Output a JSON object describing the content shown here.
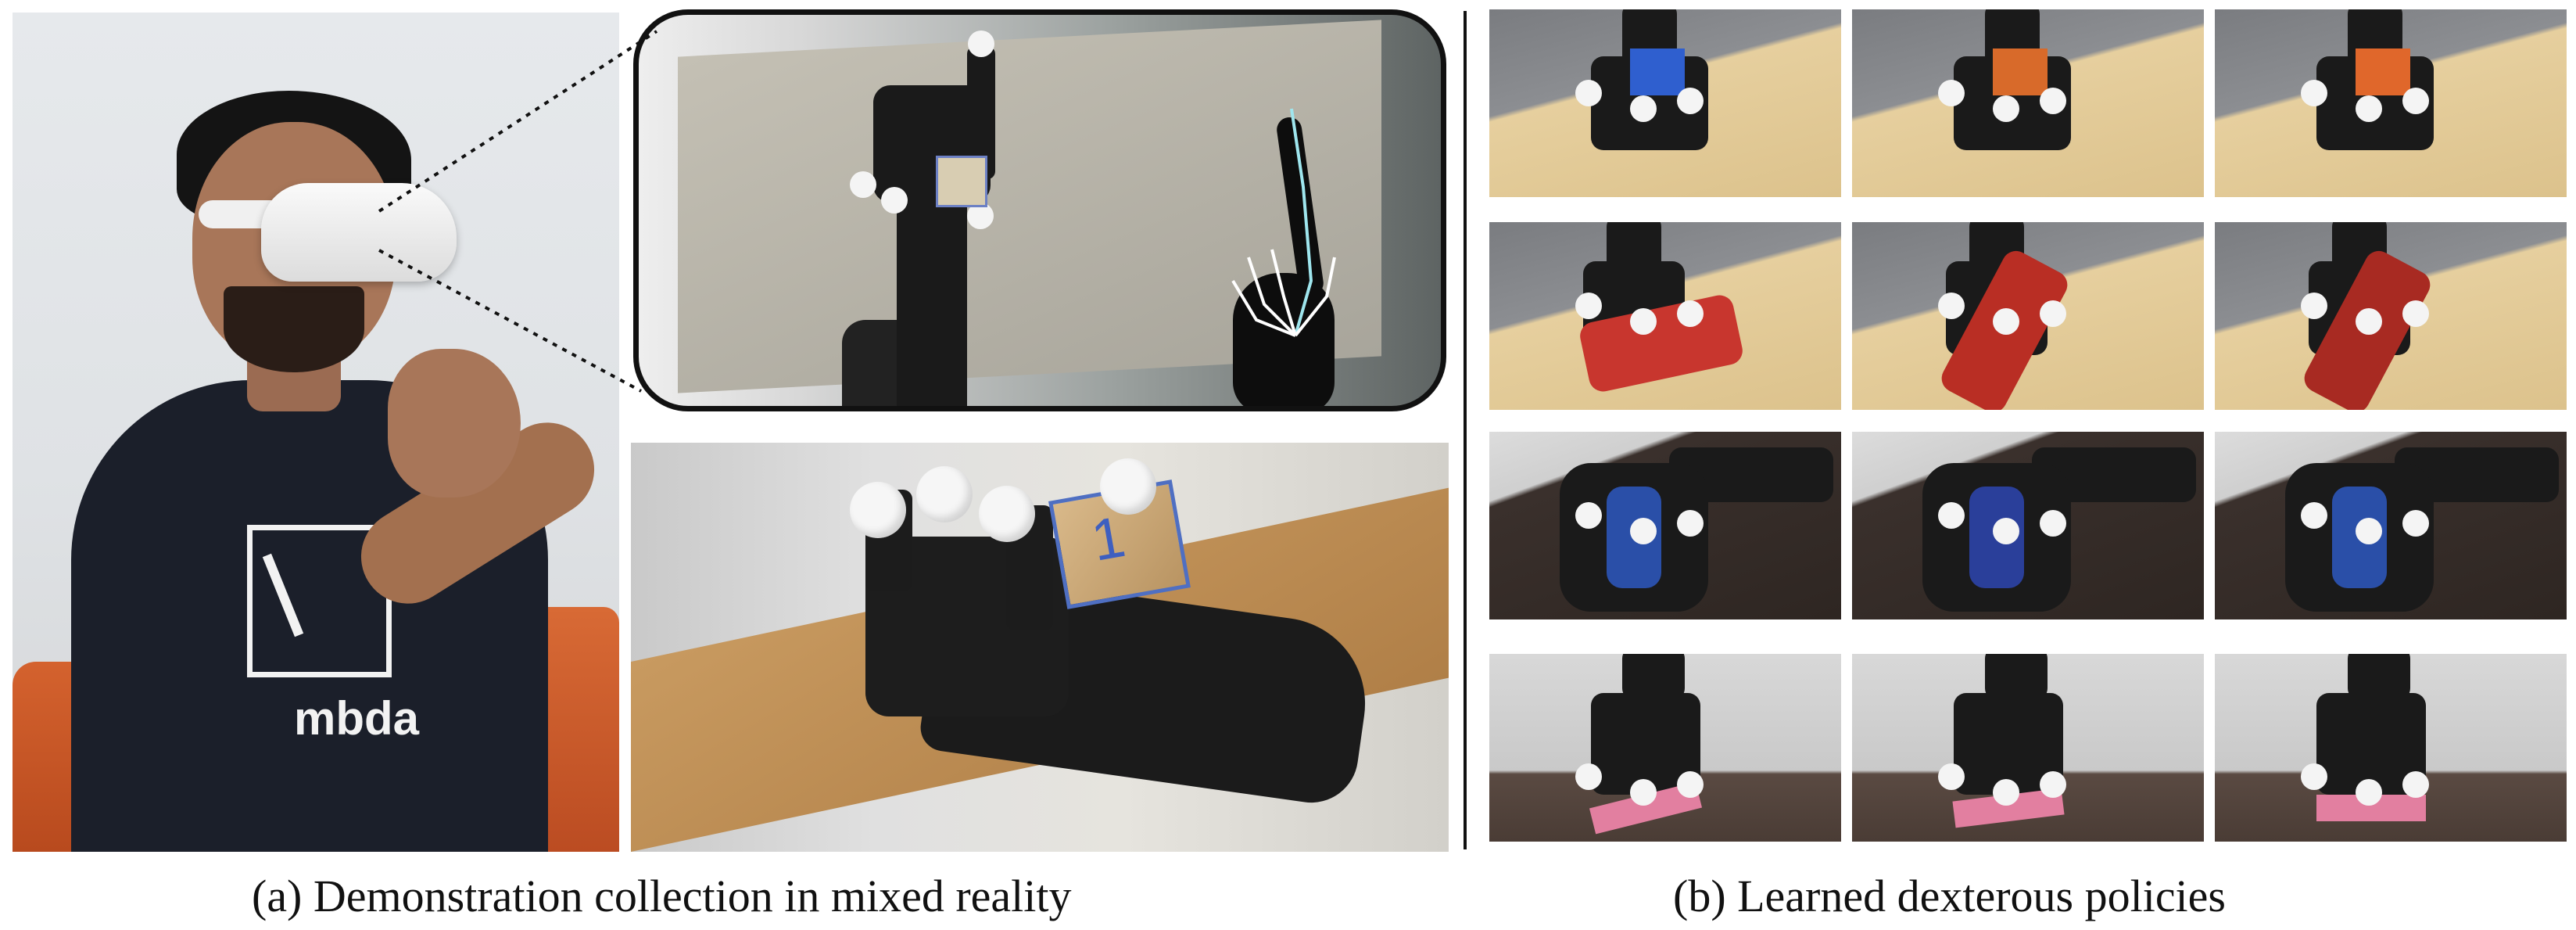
{
  "figure": {
    "shirt_text": "mbda",
    "cube_label": "1",
    "caption_a": "(a) Demonstration collection in mixed reality",
    "caption_b": "(b) Learned dexterous policies"
  },
  "grid_rows": [
    {
      "task": "cube",
      "scene": "light-table",
      "object_colors": [
        "#2f5fcf",
        "#d86a2a",
        "#e0672b"
      ]
    },
    {
      "task": "can",
      "scene": "light-table",
      "object_colors": [
        "#c8362e",
        "#b92e24",
        "#a82a22"
      ]
    },
    {
      "task": "bottle",
      "scene": "dark-table",
      "object_colors": [
        "#2a4fa8",
        "#2a3f9a",
        "#2a4fa8"
      ]
    },
    {
      "task": "card",
      "scene": "dark-table-window",
      "object_colors": [
        "#e27fa0",
        "#e27fa0",
        "#e27fa0"
      ]
    }
  ]
}
